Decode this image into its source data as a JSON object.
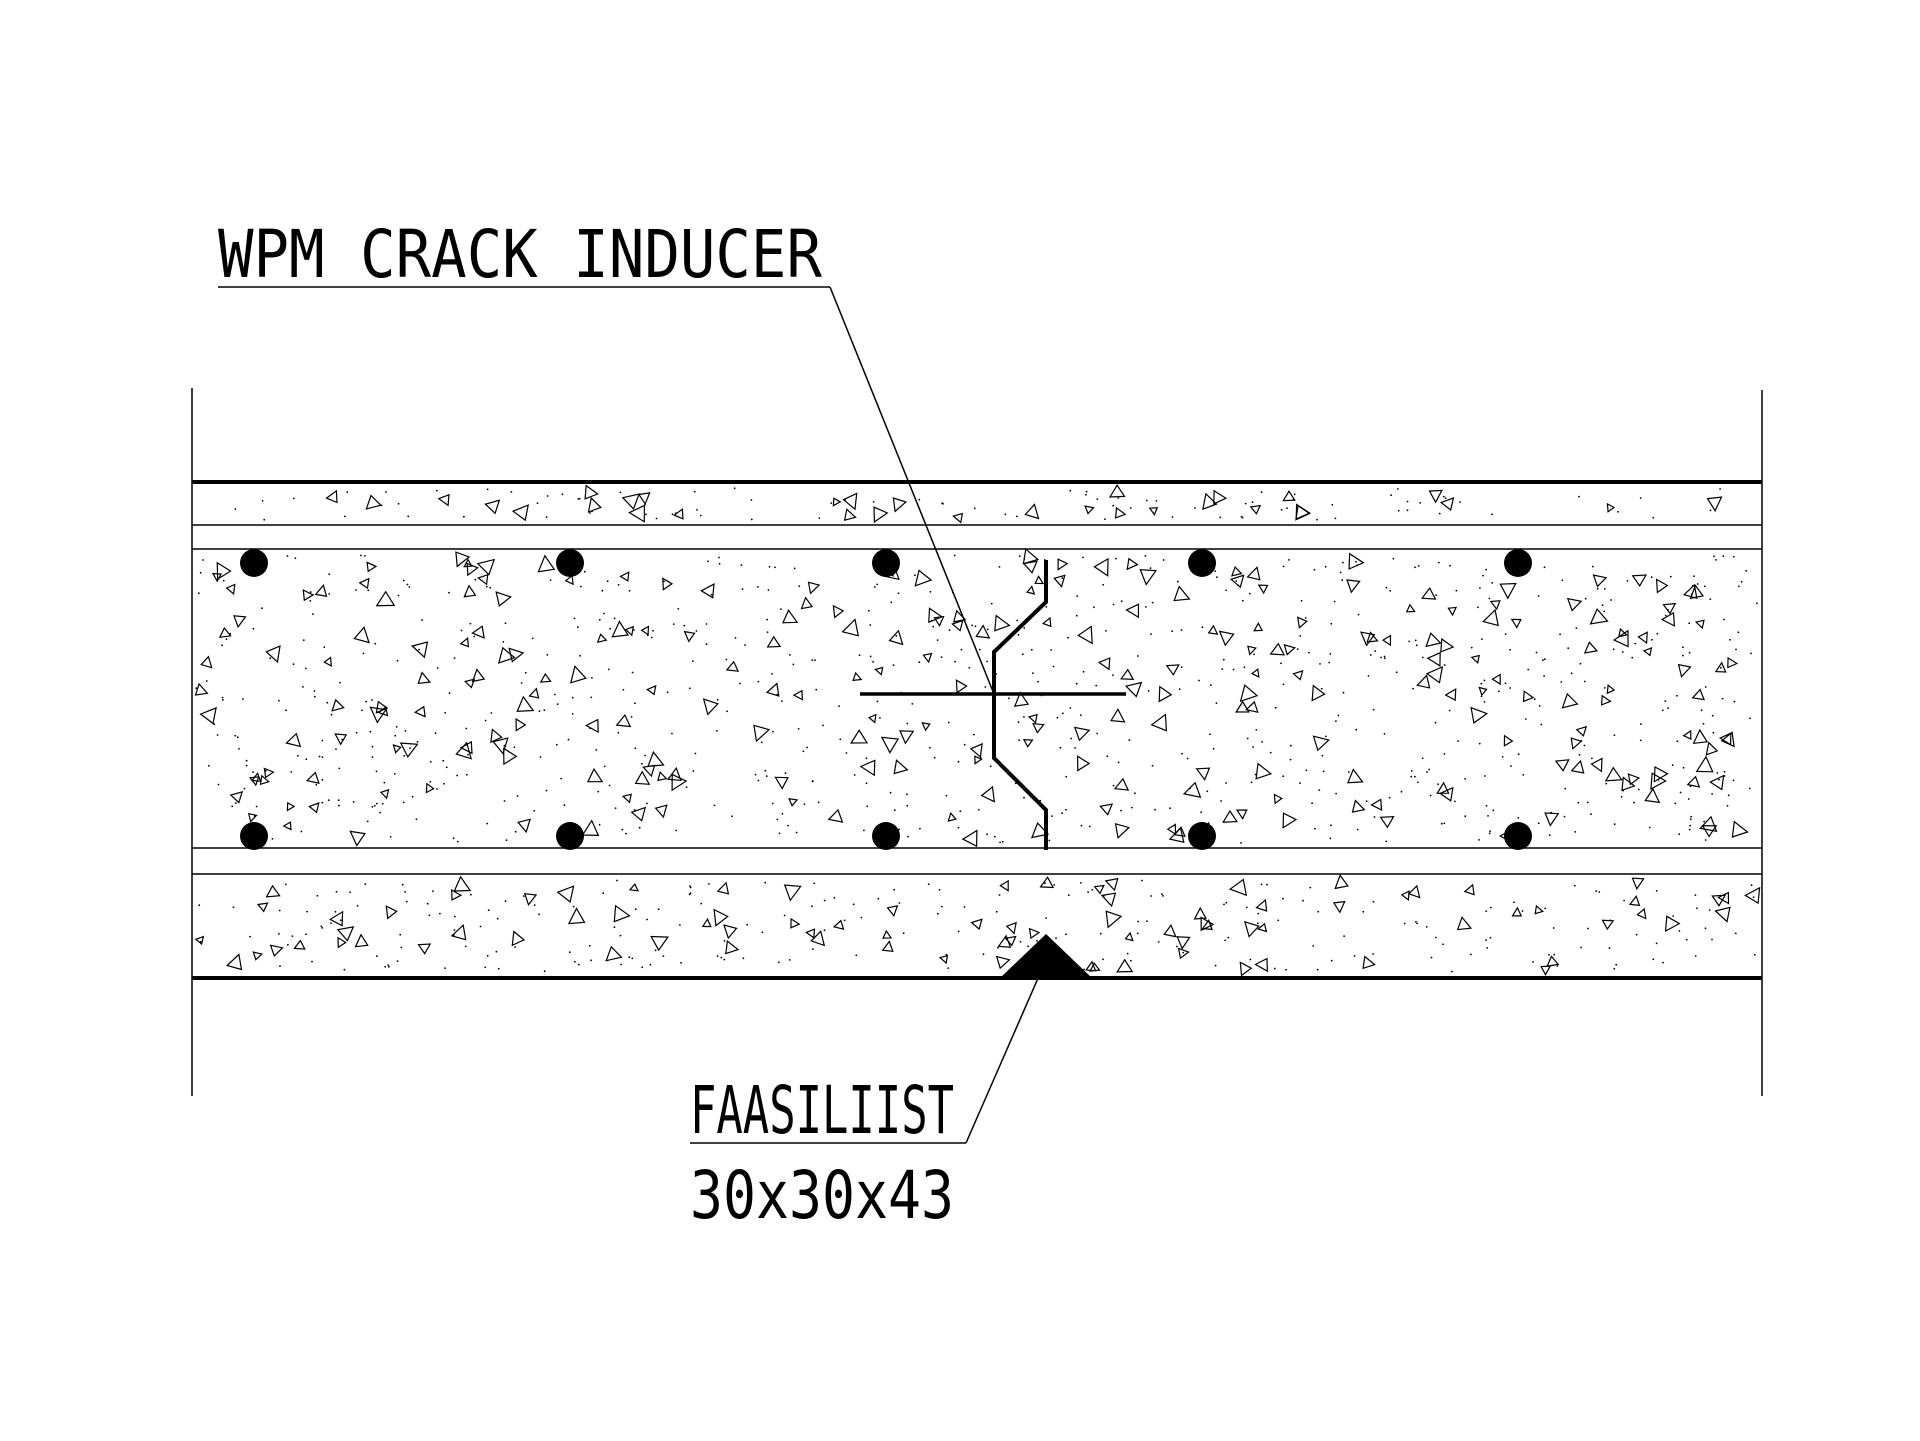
{
  "labels": {
    "crack_inducer": "WPM CRACK INDUCER",
    "chamfer_name": "FAASILIIST",
    "chamfer_size": "30x30x43"
  },
  "colors": {
    "ink": "#000000",
    "background": "#ffffff"
  }
}
